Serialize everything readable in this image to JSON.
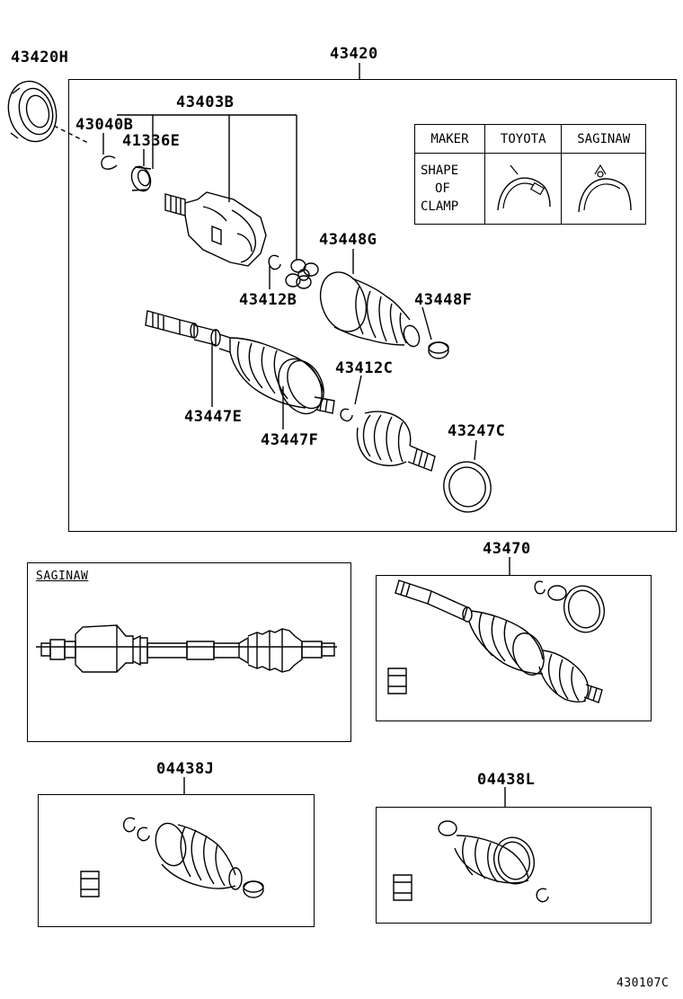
{
  "labels": {
    "p43420H": "43420H",
    "p43420": "43420",
    "p43403B": "43403B",
    "p43040B": "43040B",
    "p41336E": "41336E",
    "p43448G": "43448G",
    "p43412B": "43412B",
    "p43448F": "43448F",
    "p43412C": "43412C",
    "p43447E": "43447E",
    "p43447F": "43447F",
    "p43247C": "43247C",
    "p43470": "43470",
    "p04438J": "04438J",
    "p04438L": "04438L"
  },
  "clamp_table": {
    "header_maker": "MAKER",
    "header_toyota": "TOYOTA",
    "header_saginaw": "SAGINAW",
    "row_label_line1": "SHAPE",
    "row_label_line2": "OF",
    "row_label_line3": "CLAMP"
  },
  "saginaw_box_title": "SAGINAW",
  "figure_code": "430107C"
}
